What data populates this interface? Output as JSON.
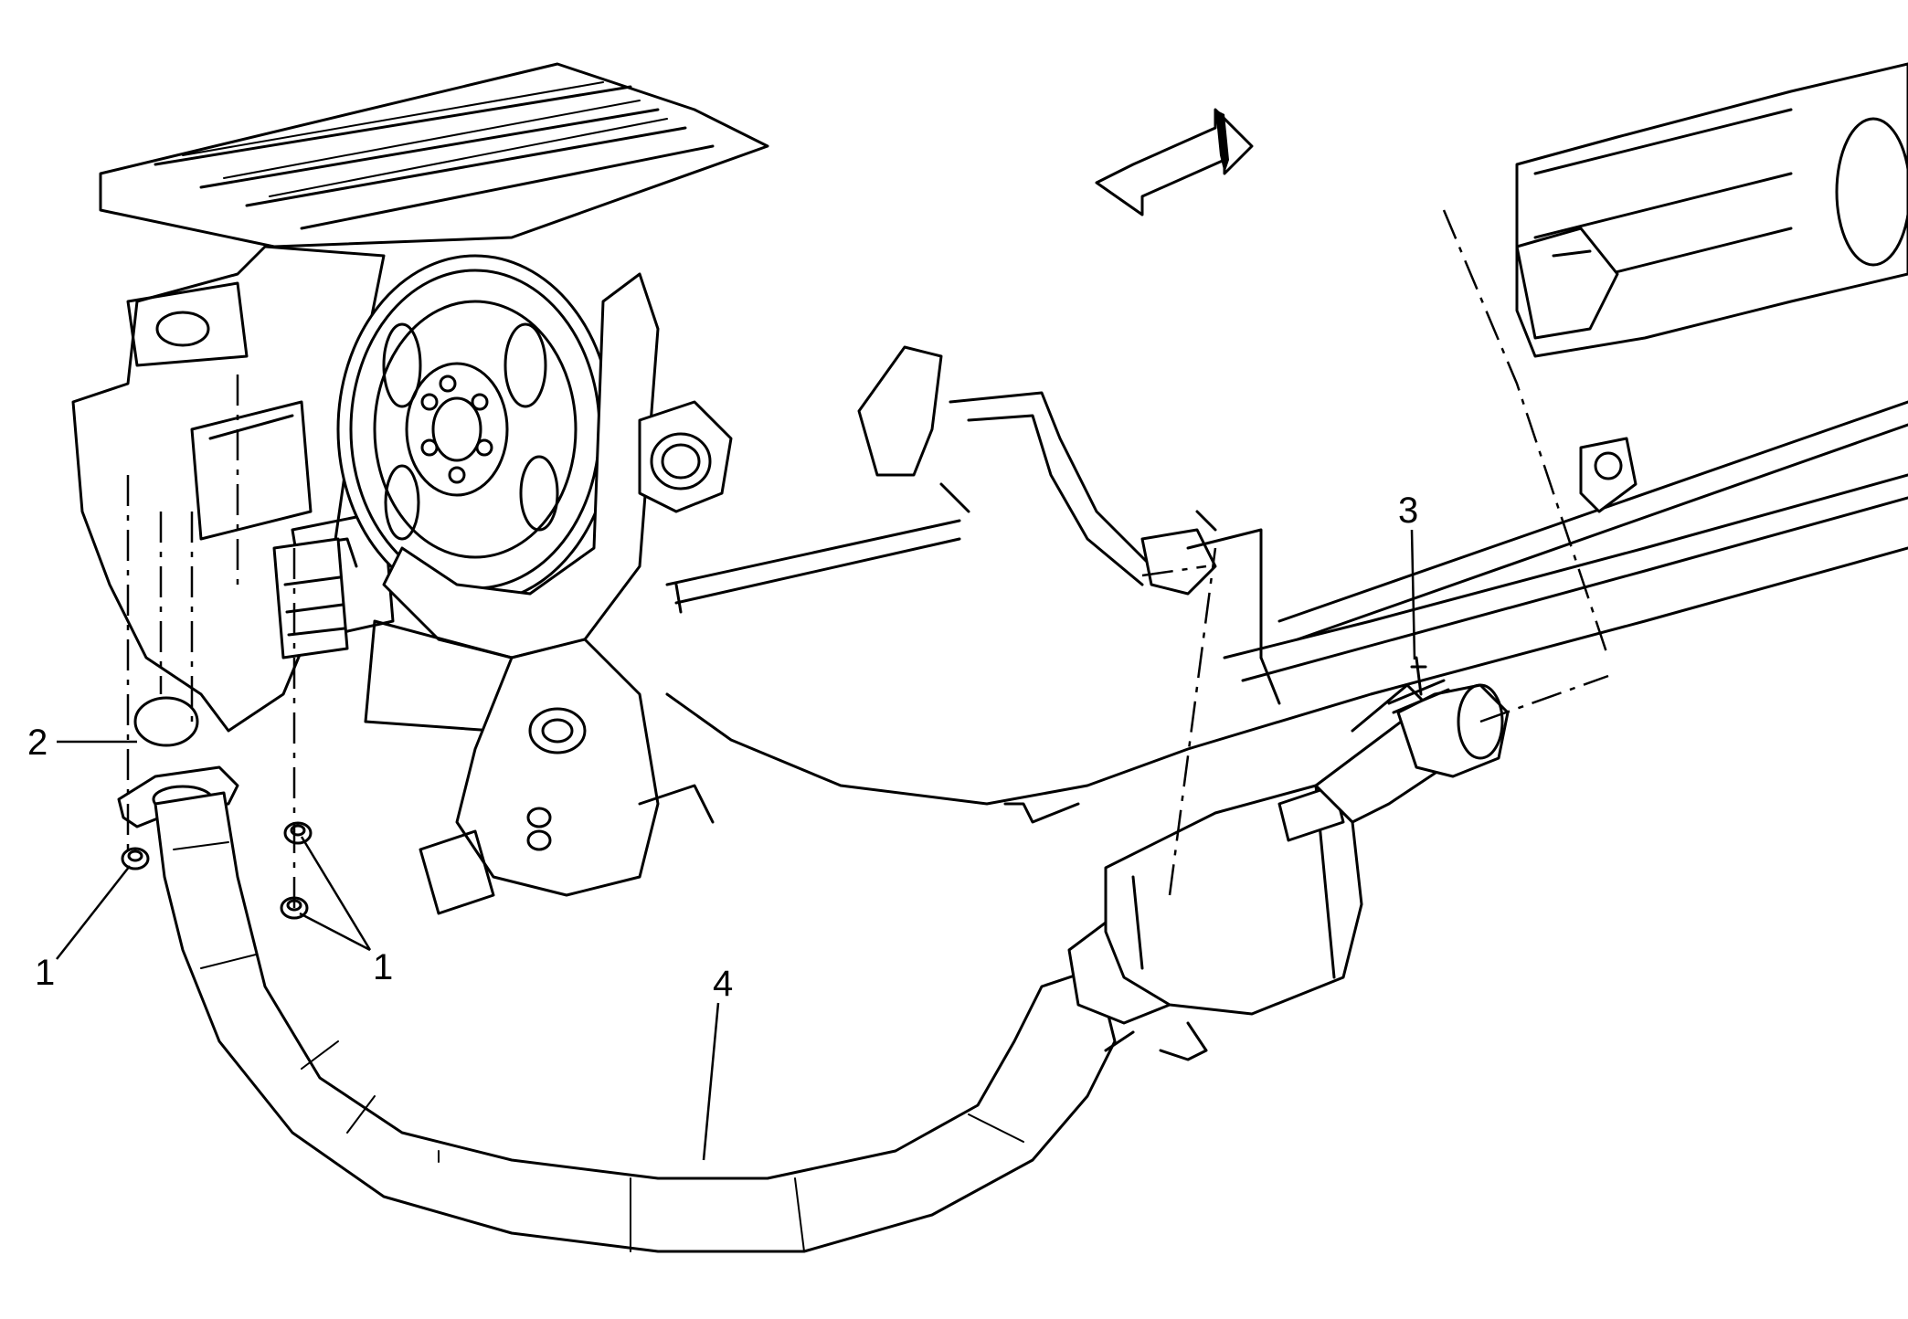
{
  "callouts": [
    {
      "id": "nut-left",
      "label": "1"
    },
    {
      "id": "gasket",
      "label": "2"
    },
    {
      "id": "clamp",
      "label": "3"
    },
    {
      "id": "nuts-right",
      "label": "1"
    },
    {
      "id": "exhaust-pipe",
      "label": "4"
    }
  ],
  "colors": {
    "line": "#000000",
    "background": "#ffffff"
  }
}
